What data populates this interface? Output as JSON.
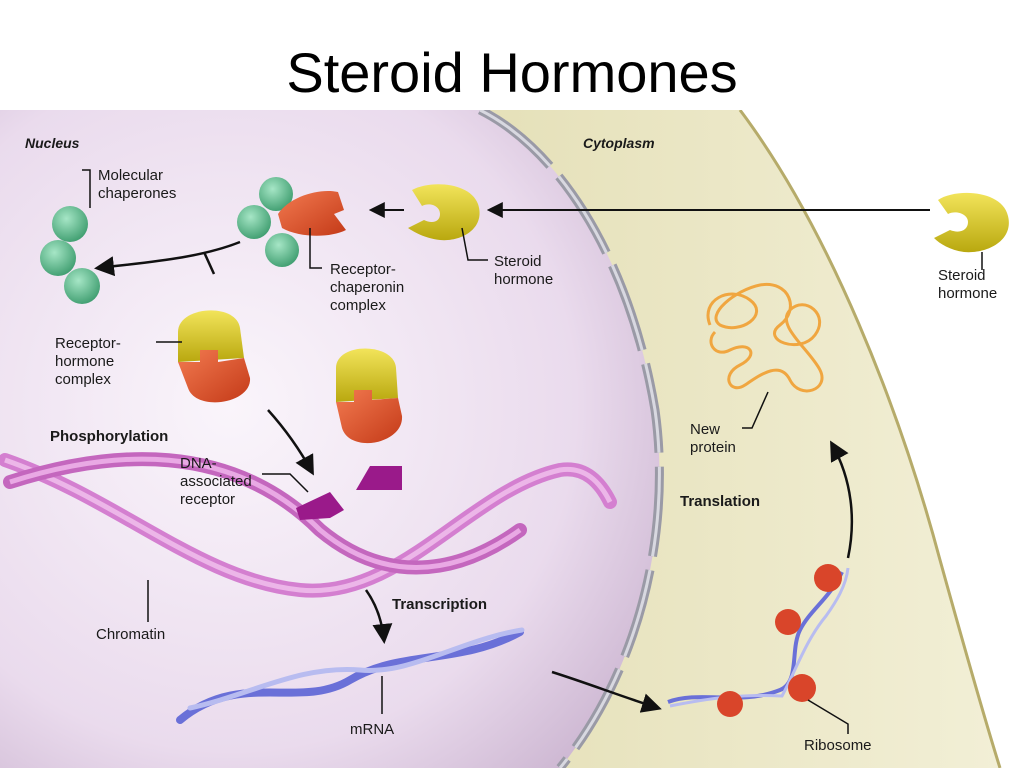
{
  "slide": {
    "title": "Steroid Hormones"
  },
  "regions": {
    "nucleus": "Nucleus",
    "cytoplasm": "Cytoplasm"
  },
  "labels": {
    "molecular_chaperones": [
      "Molecular",
      "chaperones"
    ],
    "receptor_chaperonin_complex": [
      "Receptor-",
      "chaperonin",
      "complex"
    ],
    "steroid_hormone_nucleus": [
      "Steroid",
      "hormone"
    ],
    "steroid_hormone_cytoplasm": [
      "Steroid",
      "hormone"
    ],
    "receptor_hormone_complex": [
      "Receptor-",
      "hormone",
      "complex"
    ],
    "phosphorylation": "Phosphorylation",
    "dna_associated_receptor": [
      "DNA-",
      "associated",
      "receptor"
    ],
    "chromatin": "Chromatin",
    "transcription": "Transcription",
    "mrna": "mRNA",
    "new_protein": [
      "New",
      "protein"
    ],
    "translation": "Translation",
    "ribosome": "Ribosome"
  },
  "colors": {
    "nucleus_fill": "#ece0ee",
    "cytoplasm_fill": "#ebe8c8",
    "hormone": "#d9c81a",
    "receptor": "#e0502a",
    "chaperone": "#5fbf8f",
    "chromatin": "#d47fd0",
    "mrna": "#6a70d8",
    "protein": "#f0a640",
    "dna_receptor": "#9a1a8a"
  }
}
